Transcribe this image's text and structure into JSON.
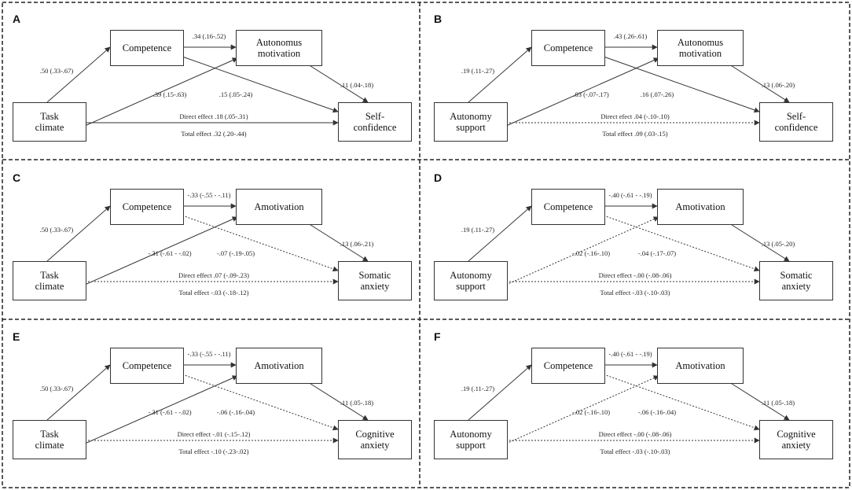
{
  "panels": [
    {
      "label": "A",
      "nodes": {
        "x": "Task climate",
        "m1": "Competence",
        "m2": "Autonomus motivation",
        "y": "Self-confidence"
      },
      "edges": {
        "x_m1": ".50 (.33-.67)",
        "m1_m2": ".34 (.16-.52)",
        "m2_y": ".11 (.04-.18)",
        "x_m2": ".39 (.15-.63)",
        "m1_y": ".15 (.05-.24)",
        "direct": "Direct effect .18 (.05-.31)",
        "total": "Total effect .32 (.20-.44)"
      },
      "dashed": {
        "x_m2": false,
        "m1_y": false,
        "direct": false
      }
    },
    {
      "label": "B",
      "nodes": {
        "x": "Autonomy support",
        "m1": "Competence",
        "m2": "Autonomus motivation",
        "y": "Self-confidence"
      },
      "edges": {
        "x_m1": ".19 (.11-.27)",
        "m1_m2": ".43 (.26-.61)",
        "m2_y": ".13 (.06-.20)",
        "x_m2": ".03 (-.07-.17)",
        "m1_y": ".16 (.07-.26)",
        "direct": "Direct efect .04 (-.10-.10)",
        "total": "Total effect .09 (.03-.15)"
      },
      "dashed": {
        "x_m2": false,
        "m1_y": false,
        "direct": true
      }
    },
    {
      "label": "C",
      "nodes": {
        "x": "Task climate",
        "m1": "Competence",
        "m2": "Amotivation",
        "y": "Somatic anxiety"
      },
      "edges": {
        "x_m1": ".50 (.33-.67)",
        "m1_m2": "-.33 (-.55 - -.11)",
        "m2_y": ".13 (.06-.21)",
        "x_m2": "-.31 (-.61 - -.02)",
        "m1_y": "-.07 (-.19-.05)",
        "direct": "Direct effect .07 (-.09-.23)",
        "total": "Total effect -.03 (-.18-.12)"
      },
      "dashed": {
        "x_m2": false,
        "m1_y": true,
        "direct": true
      }
    },
    {
      "label": "D",
      "nodes": {
        "x": "Autonomy support",
        "m1": "Competence",
        "m2": "Amotivation",
        "y": "Somatic anxiety"
      },
      "edges": {
        "x_m1": ".19 (.11-.27)",
        "m1_m2": "-.40 (-.61 - -.19)",
        "m2_y": ".13 (.05-.20)",
        "x_m2": "-.02 (-.16-.10)",
        "m1_y": "-.04 (-.17-.07)",
        "direct": "Direct effect -.00 (-.08-.06)",
        "total": "Total effect -.03 (-.10-.03)"
      },
      "dashed": {
        "x_m2": true,
        "m1_y": true,
        "direct": true
      }
    },
    {
      "label": "E",
      "nodes": {
        "x": "Task climate",
        "m1": "Competence",
        "m2": "Amotivation",
        "y": "Cognitive anxiety"
      },
      "edges": {
        "x_m1": ".50 (.33-.67)",
        "m1_m2": "-.33 (-.55 - -.11)",
        "m2_y": ".11 (.05-.18)",
        "x_m2": "-.31 (-.61 - -.02)",
        "m1_y": "-.06 (-.16-.04)",
        "direct": "Direct effect -.01 (-.15-.12)",
        "total": "Total effect -.10 (-.23-.02)"
      },
      "dashed": {
        "x_m2": false,
        "m1_y": true,
        "direct": true
      }
    },
    {
      "label": "F",
      "nodes": {
        "x": "Autonomy support",
        "m1": "Competence",
        "m2": "Amotivation",
        "y": "Cognitive anxiety"
      },
      "edges": {
        "x_m1": ".19 (.11-.27)",
        "m1_m2": "-.40 (-.61 - -.19)",
        "m2_y": ".11 (.05-.18)",
        "x_m2": "-.02 (-.16-.10)",
        "m1_y": "-.06 (-.16-.04)",
        "direct": "Direct effect -.00 (-.08-.06)",
        "total": "Total effect -.03 (-.10-.03)"
      },
      "dashed": {
        "x_m2": true,
        "m1_y": true,
        "direct": true
      }
    }
  ]
}
